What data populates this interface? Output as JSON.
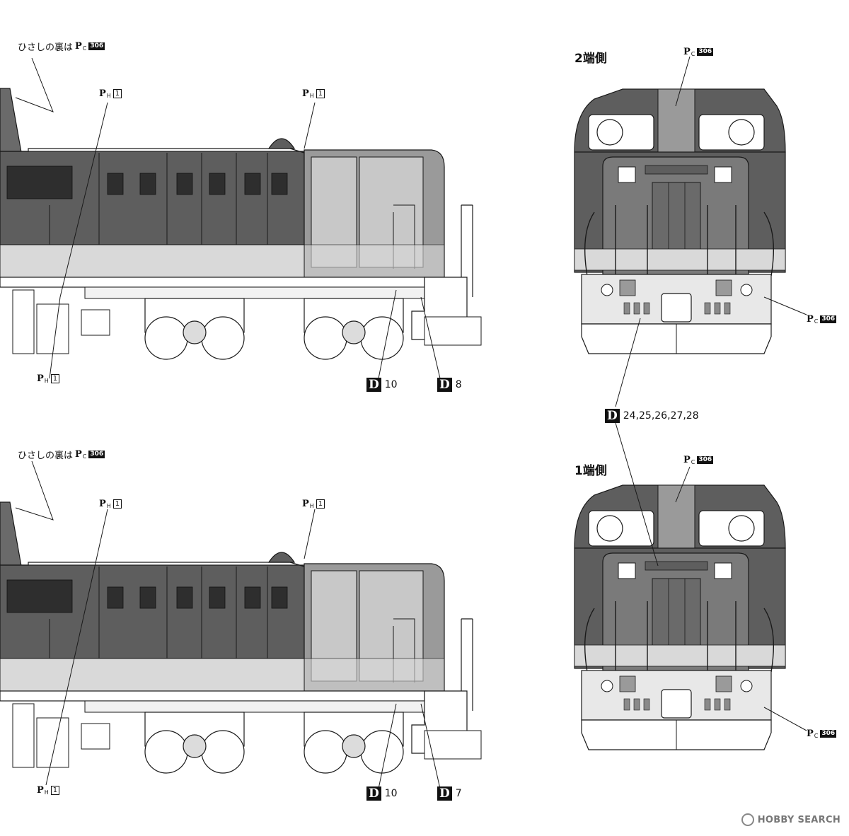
{
  "annotations": {
    "top_side": {
      "hisashi_note": "ひさしの裏は",
      "hisashi_code": "306",
      "ph_left_code": "1",
      "ph_right_code": "1",
      "ph_bottom_code": "1",
      "d_left_code": "10",
      "d_right_code": "8"
    },
    "bottom_side": {
      "hisashi_note": "ひさしの裏は",
      "hisashi_code": "306",
      "ph_left_code": "1",
      "ph_right_code": "1",
      "ph_bottom_code": "1",
      "d_left_code": "10",
      "d_right_code": "7"
    },
    "end2": {
      "title": "2端側",
      "pc_top_code": "306",
      "pc_side_code": "306"
    },
    "end1": {
      "title": "1端側",
      "pc_top_code": "306",
      "pc_side_code": "306"
    },
    "shared_d_codes": "24,25,26,27,28",
    "ph_letter": "P",
    "ph_sub": "H",
    "pc_sub": "C",
    "d_letter": "D"
  },
  "watermark": {
    "text": "HOBBY SEARCH",
    "icon": "hobbysearch-logo-icon"
  },
  "colors": {
    "line": "#1a1a1a",
    "body_dark": "#5e5e5e",
    "stripe_light": "#d9d9d9",
    "hood_mid": "#8a8a8a"
  }
}
